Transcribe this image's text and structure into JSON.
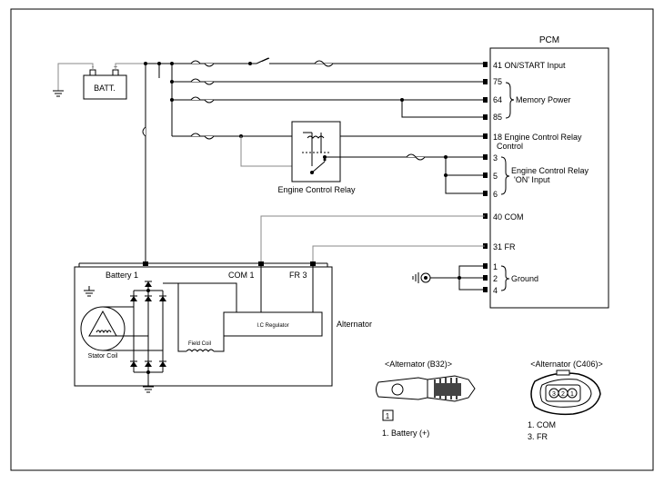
{
  "pcm": {
    "title": "PCM",
    "pins": {
      "p41": "41 ON/START Input",
      "p75": "75",
      "p64": "64",
      "p85": "85",
      "p18a": "18 Engine Control Relay",
      "p18b": "Control",
      "p3": "3",
      "p5": "5",
      "p6": "6",
      "p40": "40 COM",
      "p31": "31 FR",
      "p1": "1",
      "p2": "2",
      "p4": "4"
    },
    "groups": {
      "memory_power": "Memory Power",
      "ecr_on_a": "Engine Control Relay",
      "ecr_on_b": "'ON' Input",
      "ground": "Ground"
    }
  },
  "battery": {
    "label": "BATT."
  },
  "relay": {
    "label": "Engine Control Relay"
  },
  "alternator": {
    "label": "Alternator",
    "battery_pin": "Battery 1",
    "com_pin": "COM 1",
    "fr_pin": "FR 3",
    "regulator": "I.C Regulator",
    "field_coil": "Field Coil",
    "stator_coil": "Stator Coil"
  },
  "connector_b32": {
    "title": "<Alternator (B32)>",
    "pin_box": "1",
    "legend": "1. Battery (+)"
  },
  "connector_c406": {
    "title": "<Alternator (C406)>",
    "pins": [
      "3",
      "2",
      "1"
    ],
    "legend1": "1. COM",
    "legend2": "3. FR"
  }
}
